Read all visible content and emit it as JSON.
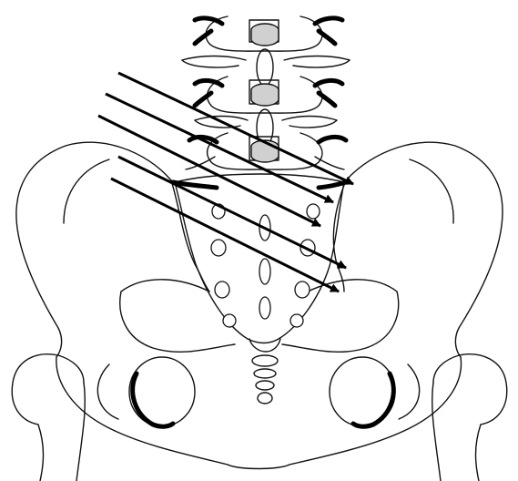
{
  "colors": {
    "line": "#111111",
    "background": "#ffffff",
    "disc_fill": "#d0d0d0",
    "arrow": "#000000"
  },
  "structures": [
    "lumbar-vertebra-upper",
    "lumbar-vertebra-middle",
    "lumbar-vertebra-lower",
    "sacrum",
    "coccyx",
    "left-ilium",
    "right-ilium",
    "left-obturator-foramen",
    "right-obturator-foramen",
    "left-femur-head",
    "right-femur-head"
  ],
  "arrow_count": 5
}
